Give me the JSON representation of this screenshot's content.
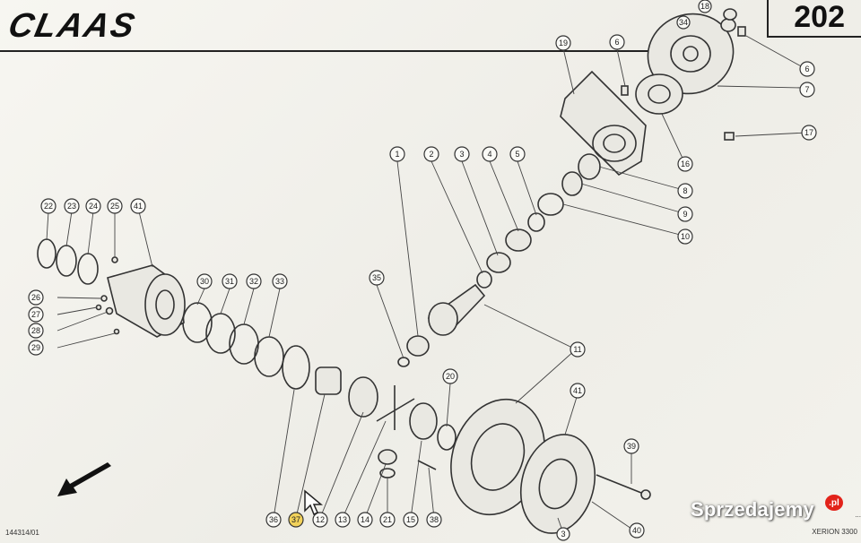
{
  "header": {
    "logo_text": "CLAAS",
    "page_number": "202"
  },
  "footer": {
    "doc_ref": "144314/01",
    "model_ref_1": "...",
    "model_ref_2": "XERION 3300"
  },
  "watermark": {
    "text": "Sprzedajemy",
    "badge": ".pl"
  },
  "callouts": [
    {
      "id": "c1",
      "label": "1"
    },
    {
      "id": "c2",
      "label": "2"
    },
    {
      "id": "c3",
      "label": "3"
    },
    {
      "id": "c4",
      "label": "4"
    },
    {
      "id": "c5",
      "label": "5"
    },
    {
      "id": "c6a",
      "label": "6"
    },
    {
      "id": "c6b",
      "label": "6"
    },
    {
      "id": "c7",
      "label": "7"
    },
    {
      "id": "c8",
      "label": "8"
    },
    {
      "id": "c9",
      "label": "9"
    },
    {
      "id": "c10",
      "label": "10"
    },
    {
      "id": "c11",
      "label": "11"
    },
    {
      "id": "c12",
      "label": "12"
    },
    {
      "id": "c13",
      "label": "13"
    },
    {
      "id": "c14",
      "label": "14"
    },
    {
      "id": "c15",
      "label": "15"
    },
    {
      "id": "c16",
      "label": "16"
    },
    {
      "id": "c17",
      "label": "17"
    },
    {
      "id": "c18",
      "label": "18"
    },
    {
      "id": "c19",
      "label": "19"
    },
    {
      "id": "c20",
      "label": "20"
    },
    {
      "id": "c21",
      "label": "21"
    },
    {
      "id": "c22",
      "label": "22"
    },
    {
      "id": "c23",
      "label": "23"
    },
    {
      "id": "c24",
      "label": "24"
    },
    {
      "id": "c25",
      "label": "25"
    },
    {
      "id": "c26",
      "label": "26"
    },
    {
      "id": "c27",
      "label": "27"
    },
    {
      "id": "c28",
      "label": "28"
    },
    {
      "id": "c29",
      "label": "29"
    },
    {
      "id": "c30",
      "label": "30"
    },
    {
      "id": "c31",
      "label": "31"
    },
    {
      "id": "c32",
      "label": "32"
    },
    {
      "id": "c33",
      "label": "33"
    },
    {
      "id": "c34",
      "label": "34"
    },
    {
      "id": "c35",
      "label": "35"
    },
    {
      "id": "c36",
      "label": "36"
    },
    {
      "id": "c37",
      "label": "37"
    },
    {
      "id": "c38",
      "label": "38"
    },
    {
      "id": "c39",
      "label": "39"
    },
    {
      "id": "c40",
      "label": "40"
    },
    {
      "id": "c41a",
      "label": "41"
    },
    {
      "id": "c41b",
      "label": "41"
    },
    {
      "id": "c3b",
      "label": "3"
    }
  ],
  "icons": {
    "direction_arrow": "arrow-down-left-icon",
    "cursor": "mouse-pointer-icon"
  }
}
